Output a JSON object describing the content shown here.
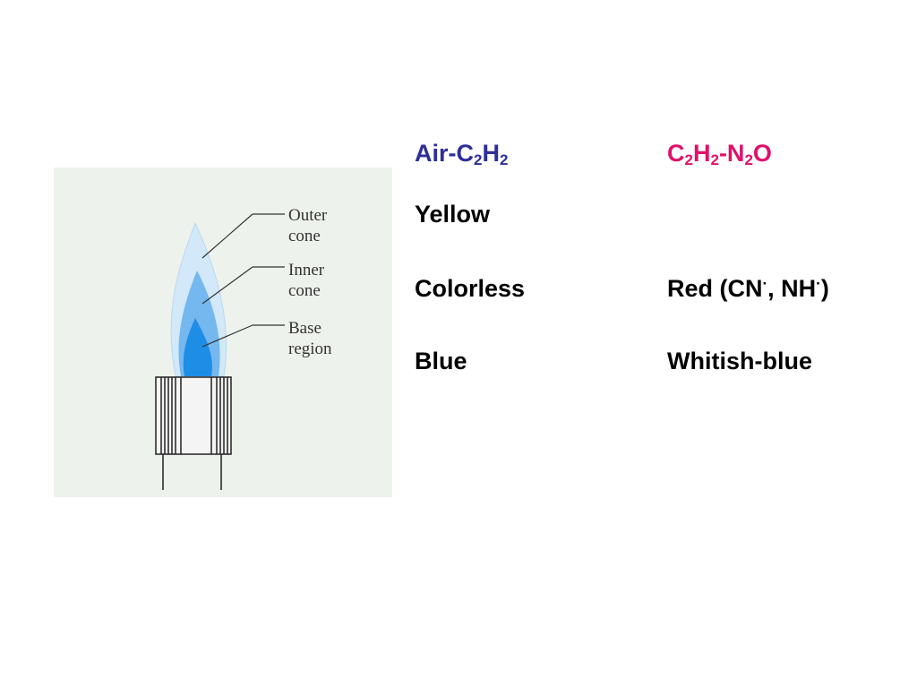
{
  "figure": {
    "labels": {
      "outer": [
        "Outer",
        "cone"
      ],
      "inner": [
        "Inner",
        "cone"
      ],
      "base": [
        "Base",
        "region"
      ]
    },
    "colors": {
      "outer_cone": "#cfe6f8",
      "inner_cone": "#6fb6ef",
      "base_region": "#1f8fe6",
      "background": "#eef2ec"
    }
  },
  "table": {
    "col1_header": {
      "parts": [
        "Air-C",
        "2",
        "H",
        "2"
      ],
      "color": "#2e2e9a"
    },
    "col2_header": {
      "parts": [
        "C",
        "2",
        "H",
        "2",
        "-N",
        "2",
        "O"
      ],
      "color": "#e0106a"
    },
    "rows": [
      {
        "col1": "Yellow",
        "col2": ""
      },
      {
        "col1": "Colorless",
        "col2_parts": [
          "Red (CN",
          "·",
          ", NH",
          "·",
          ")"
        ]
      },
      {
        "col1": "Blue",
        "col2": "Whitish-blue"
      }
    ]
  }
}
